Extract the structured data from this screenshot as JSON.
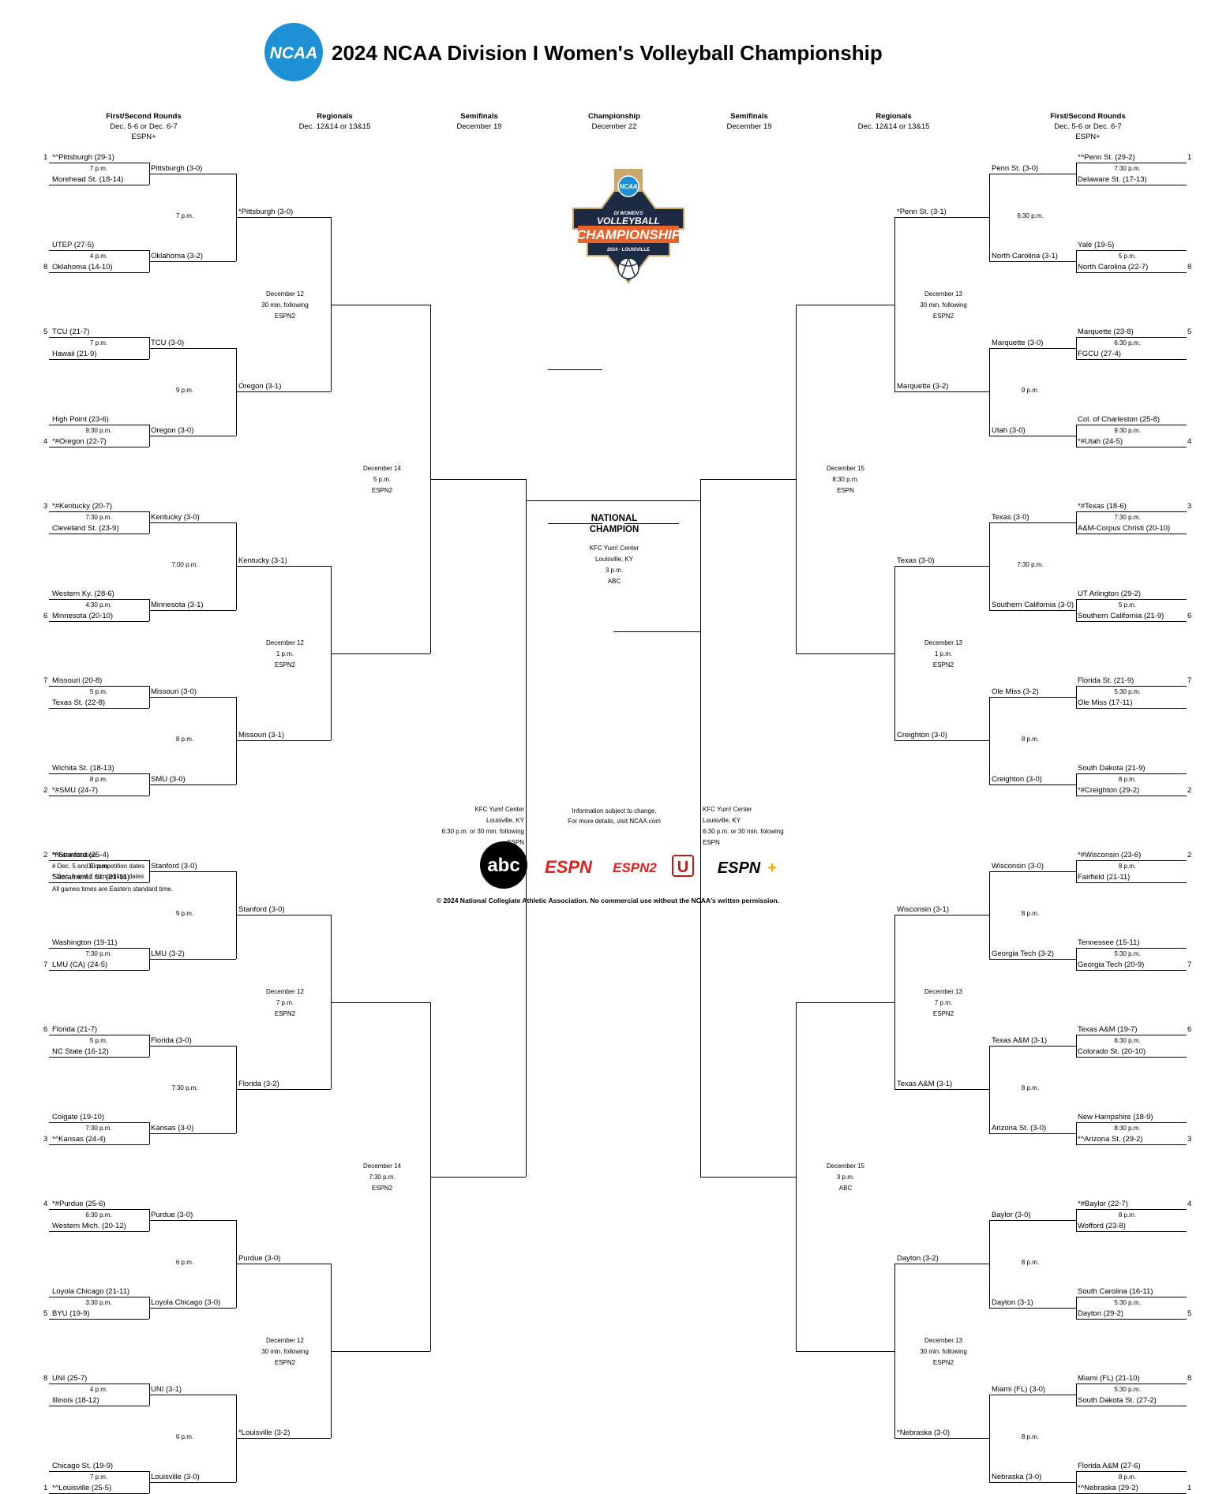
{
  "title": "2024 NCAA Division I Women's Volleyball Championship",
  "brand_color": "#1e90d6",
  "headers": {
    "left": [
      {
        "round": "First/Second Rounds",
        "lines": [
          "Dec. 5-6 or Dec. 6-7",
          "ESPN+"
        ]
      },
      {
        "round": "Regionals",
        "lines": [
          "Dec. 12&14 or 13&15"
        ]
      },
      {
        "round": "Semifinals",
        "lines": [
          "December 19"
        ]
      }
    ],
    "center": {
      "round": "Championship",
      "lines": [
        "December 22"
      ]
    },
    "right": [
      {
        "round": "Semifinals",
        "lines": [
          "December 19"
        ]
      },
      {
        "round": "Regionals",
        "lines": [
          "Dec. 12&14 or 13&15"
        ]
      },
      {
        "round": "First/Second Rounds",
        "lines": [
          "Dec. 5-6 or Dec. 6-7",
          "ESPN+"
        ]
      }
    ]
  },
  "left": {
    "first_round": [
      {
        "seed_a": "1",
        "a": "*^Pittsburgh (29-1)",
        "time": "7 p.m.",
        "seed_b": "",
        "b": "Morehead St. (18-14)"
      },
      {
        "seed_a": "",
        "a": "UTEP (27-5)",
        "time": "4 p.m.",
        "seed_b": "8",
        "b": "Oklahoma (14-10)"
      },
      {
        "seed_a": "5",
        "a": "TCU (21-7)",
        "time": "7 p.m.",
        "seed_b": "",
        "b": "Hawaii (21-9)"
      },
      {
        "seed_a": "",
        "a": "High Point (23-6)",
        "time": "9:30 p.m.",
        "seed_b": "4",
        "b": "*#Oregon (22-7)"
      },
      {
        "seed_a": "3",
        "a": "*#Kentucky (20-7)",
        "time": "7:30 p.m.",
        "seed_b": "",
        "b": "Cleveland St. (23-9)"
      },
      {
        "seed_a": "",
        "a": "Western Ky. (28-6)",
        "time": "4:30 p.m.",
        "seed_b": "6",
        "b": "Minnesota (20-10)"
      },
      {
        "seed_a": "7",
        "a": "Missouri (20-8)",
        "time": "5 p.m.",
        "seed_b": "",
        "b": "Texas St. (22-8)"
      },
      {
        "seed_a": "",
        "a": "Wichita St. (18-13)",
        "time": "8 p.m.",
        "seed_b": "2",
        "b": "*#SMU (24-7)"
      },
      {
        "seed_a": "2",
        "a": "*^Stanford (25-4)",
        "time": "10 p.m.",
        "seed_b": "",
        "b": "Sacramento St. (21-11)"
      },
      {
        "seed_a": "",
        "a": "Washington (19-11)",
        "time": "7:30 p.m.",
        "seed_b": "7",
        "b": "LMU (CA) (24-5)"
      },
      {
        "seed_a": "6",
        "a": "Florida (21-7)",
        "time": "5 p.m.",
        "seed_b": "",
        "b": "NC State (16-12)"
      },
      {
        "seed_a": "",
        "a": "Colgate (19-10)",
        "time": "7:30 p.m.",
        "seed_b": "3",
        "b": "*^Kansas (24-4)"
      },
      {
        "seed_a": "4",
        "a": "*#Purdue (25-6)",
        "time": "6:30 p.m.",
        "seed_b": "",
        "b": "Western Mich. (20-12)"
      },
      {
        "seed_a": "",
        "a": "Loyola Chicago (21-11)",
        "time": "3:30 p.m.",
        "seed_b": "5",
        "b": "BYU (19-9)"
      },
      {
        "seed_a": "8",
        "a": "UNI (25-7)",
        "time": "4 p.m.",
        "seed_b": "",
        "b": "Illinois (18-12)"
      },
      {
        "seed_a": "",
        "a": "Chicago St. (19-9)",
        "time": "7 p.m.",
        "seed_b": "1",
        "b": "*^Louisville (25-5)"
      }
    ],
    "second_round": [
      {
        "a": "Pittsburgh (3-0)",
        "time": "7 p.m.",
        "b": "Oklahoma (3-2)"
      },
      {
        "a": "TCU (3-0)",
        "time": "9 p.m.",
        "b": "Oregon (3-0)"
      },
      {
        "a": "Kentucky (3-0)",
        "time": "7:00 p.m.",
        "b": "Minnesota (3-1)"
      },
      {
        "a": "Missouri (3-0)",
        "time": "8 p.m.",
        "b": "SMU (3-0)"
      },
      {
        "a": "Stanford (3-0)",
        "time": "9 p.m.",
        "b": "LMU (3-2)"
      },
      {
        "a": "Florida (3-0)",
        "time": "7:30 p.m.",
        "b": "Kansas (3-0)"
      },
      {
        "a": "Purdue (3-0)",
        "time": "6 p.m.",
        "b": "Loyola Chicago (3-0)"
      },
      {
        "a": "UNI (3-1)",
        "time": "6 p.m.",
        "b": "Louisville (3-0)"
      }
    ],
    "regional_semis": [
      {
        "a": "*Pittsburgh (3-0)",
        "info": [
          "December 12",
          "30 min. following",
          "ESPN2"
        ],
        "b": "Oregon (3-1)"
      },
      {
        "a": "Kentucky (3-1)",
        "info": [
          "December 12",
          "1 p.m.",
          "ESPN2"
        ],
        "b": "Missouri (3-1)"
      },
      {
        "a": "Stanford (3-0)",
        "info": [
          "December 12",
          "7 p.m.",
          "ESPN2"
        ],
        "b": "Florida (3-2)"
      },
      {
        "a": "Purdue (3-0)",
        "info": [
          "December 12",
          "30 min. following",
          "ESPN2"
        ],
        "b": "*Louisville (3-2)"
      }
    ],
    "regional_finals": [
      {
        "info": [
          "December 14",
          "5 p.m.",
          "ESPN2"
        ]
      },
      {
        "info": [
          "December 14",
          "7:30 p.m.",
          "ESPN2"
        ]
      }
    ],
    "semifinal": {
      "info": [
        "KFC Yum! Center",
        "Louisville, KY",
        "6:30 p.m. or 30 min. following",
        "ESPN"
      ]
    }
  },
  "right": {
    "first_round": [
      {
        "seed_a": "1",
        "a": "*^Penn St. (29-2)",
        "time": "7:30 p.m.",
        "seed_b": "",
        "b": "Delaware St. (17-13)"
      },
      {
        "seed_a": "",
        "a": "Yale (19-5)",
        "time": "5 p.m.",
        "seed_b": "8",
        "b": "North Carolina (22-7)"
      },
      {
        "seed_a": "5",
        "a": "Marquette (23-8)",
        "time": "6:30 p.m.",
        "seed_b": "",
        "b": "FGCU (27-4)"
      },
      {
        "seed_a": "",
        "a": "Col. of Charleston (25-8)",
        "time": "9:30 p.m.",
        "seed_b": "4",
        "b": "*#Utah (24-5)"
      },
      {
        "seed_a": "3",
        "a": "*#Texas (18-6)",
        "time": "7:30 p.m.",
        "seed_b": "",
        "b": "A&M-Corpus Christi (20-10)"
      },
      {
        "seed_a": "",
        "a": "UT Arlington (29-2)",
        "time": "5 p.m.",
        "seed_b": "6",
        "b": "Southern California (21-9)"
      },
      {
        "seed_a": "7",
        "a": "Florida St. (21-9)",
        "time": "5:30 p.m.",
        "seed_b": "",
        "b": "Ole Miss (17-11)"
      },
      {
        "seed_a": "",
        "a": "South Dakota (21-9)",
        "time": "8 p.m.",
        "seed_b": "2",
        "b": "*#Creighton (29-2)"
      },
      {
        "seed_a": "2",
        "a": "*#Wisconsin (23-6)",
        "time": "8 p.m.",
        "seed_b": "",
        "b": "Fairfield (21-11)"
      },
      {
        "seed_a": "",
        "a": "Tennessee (15-11)",
        "time": "5:30 p.m.",
        "seed_b": "7",
        "b": "Georgia Tech (20-9)"
      },
      {
        "seed_a": "6",
        "a": "Texas A&M (19-7)",
        "time": "6:30 p.m.",
        "seed_b": "",
        "b": "Colorado St. (20-10)"
      },
      {
        "seed_a": "",
        "a": "New Hampshire (18-9)",
        "time": "8:30 p.m.",
        "seed_b": "3",
        "b": "*^Arizona St. (29-2)"
      },
      {
        "seed_a": "4",
        "a": "*#Baylor (22-7)",
        "time": "8 p.m.",
        "seed_b": "",
        "b": "Wofford (23-8)"
      },
      {
        "seed_a": "",
        "a": "South Carolina (16-11)",
        "time": "5:30 p.m.",
        "seed_b": "5",
        "b": "Dayton (29-2)"
      },
      {
        "seed_a": "8",
        "a": "Miami (FL) (21-10)",
        "time": "5:30 p.m.",
        "seed_b": "",
        "b": "South Dakota St. (27-2)"
      },
      {
        "seed_a": "",
        "a": "Florida A&M (27-6)",
        "time": "8 p.m.",
        "seed_b": "1",
        "b": "*^Nebraska (29-2)"
      }
    ],
    "second_round": [
      {
        "a": "Penn St. (3-0)",
        "time": "6:30 p.m.",
        "b": "North Carolina (3-1)"
      },
      {
        "a": "Marquette (3-0)",
        "time": "9 p.m.",
        "b": "Utah (3-0)"
      },
      {
        "a": "Texas (3-0)",
        "time": "7:30 p.m.",
        "b": "Southern California (3-0)"
      },
      {
        "a": "Ole Miss (3-2)",
        "time": "8 p.m.",
        "b": "Creighton (3-0)"
      },
      {
        "a": "Wisconsin (3-0)",
        "time": "8 p.m.",
        "b": "Georgia Tech (3-2)"
      },
      {
        "a": "Texas A&M (3-1)",
        "time": "8 p.m.",
        "b": "Arizona St. (3-0)"
      },
      {
        "a": "Baylor (3-0)",
        "time": "8 p.m.",
        "b": "Dayton (3-1)"
      },
      {
        "a": "Miami (FL) (3-0)",
        "time": "8 p.m.",
        "b": "Nebraska (3-0)"
      }
    ],
    "regional_semis": [
      {
        "a": "*Penn St. (3-1)",
        "info": [
          "December 13",
          "30 min. following",
          "ESPN2"
        ],
        "b": "Marquette (3-2)"
      },
      {
        "a": "Texas (3-0)",
        "info": [
          "December 13",
          "1 p.m.",
          "ESPN2"
        ],
        "b": "Creighton (3-0)"
      },
      {
        "a": "Wisconsin (3-1)",
        "info": [
          "December 13",
          "7 p.m.",
          "ESPN2"
        ],
        "b": "Texas A&M (3-1)"
      },
      {
        "a": "Dayton (3-2)",
        "info": [
          "December 13",
          "30 min. following",
          "ESPN2"
        ],
        "b": "*Nebraska (3-0)"
      }
    ],
    "regional_finals": [
      {
        "info": [
          "December 15",
          "8:30 p.m.",
          "ESPN"
        ]
      },
      {
        "info": [
          "December 15",
          "3 p.m.",
          "ABC"
        ]
      }
    ],
    "semifinal": {
      "info": [
        "KFC Yum! Center",
        "Louisville, KY",
        "6:30 p.m. or 30 min. folowing",
        "ESPN"
      ]
    }
  },
  "championship": {
    "label_lines": [
      "NATIONAL",
      "CHAMPION"
    ],
    "info": [
      "KFC Yum! Center",
      "Louisville, KY",
      "3 p.m.",
      "ABC"
    ]
  },
  "championship_logo": {
    "ncaa": "NCAA",
    "line1": "DI WOMEN'S",
    "line2": "VOLLEYBALL",
    "line3": "CHAMPIONSHIP",
    "line4": "2024 · LOUISVILLE",
    "colors": {
      "navy": "#1c2a44",
      "orange": "#e8632a",
      "gold": "#c9a869",
      "blue": "#1e90d6"
    }
  },
  "ncaa_logo_text": "NCAA",
  "notes": {
    "change": [
      "Information subject to change.",
      "For more details, visit NCAA.com"
    ],
    "footnotes": [
      "*Host institution.",
      "# Dec. 5 and 6 competition dates",
      "^ Dec. 6 and 7 competition dates",
      "All games times are Eastern standard time."
    ],
    "copyright": "© 2024 National Collegiate Athletic Association.  No commercial use without the NCAA's written permission."
  },
  "broadcast_logos": [
    {
      "name": "abc-logo",
      "text": "abc",
      "color": "#000000"
    },
    {
      "name": "espn-logo",
      "text": "ESPN",
      "color": "#e02020"
    },
    {
      "name": "espn2-logo",
      "text": "ESPN2",
      "color": "#e02020"
    },
    {
      "name": "espnu-logo",
      "text": "U",
      "color": "#c01818"
    },
    {
      "name": "espn-plus-logo",
      "text": "ESPN",
      "color": "#000000"
    }
  ]
}
